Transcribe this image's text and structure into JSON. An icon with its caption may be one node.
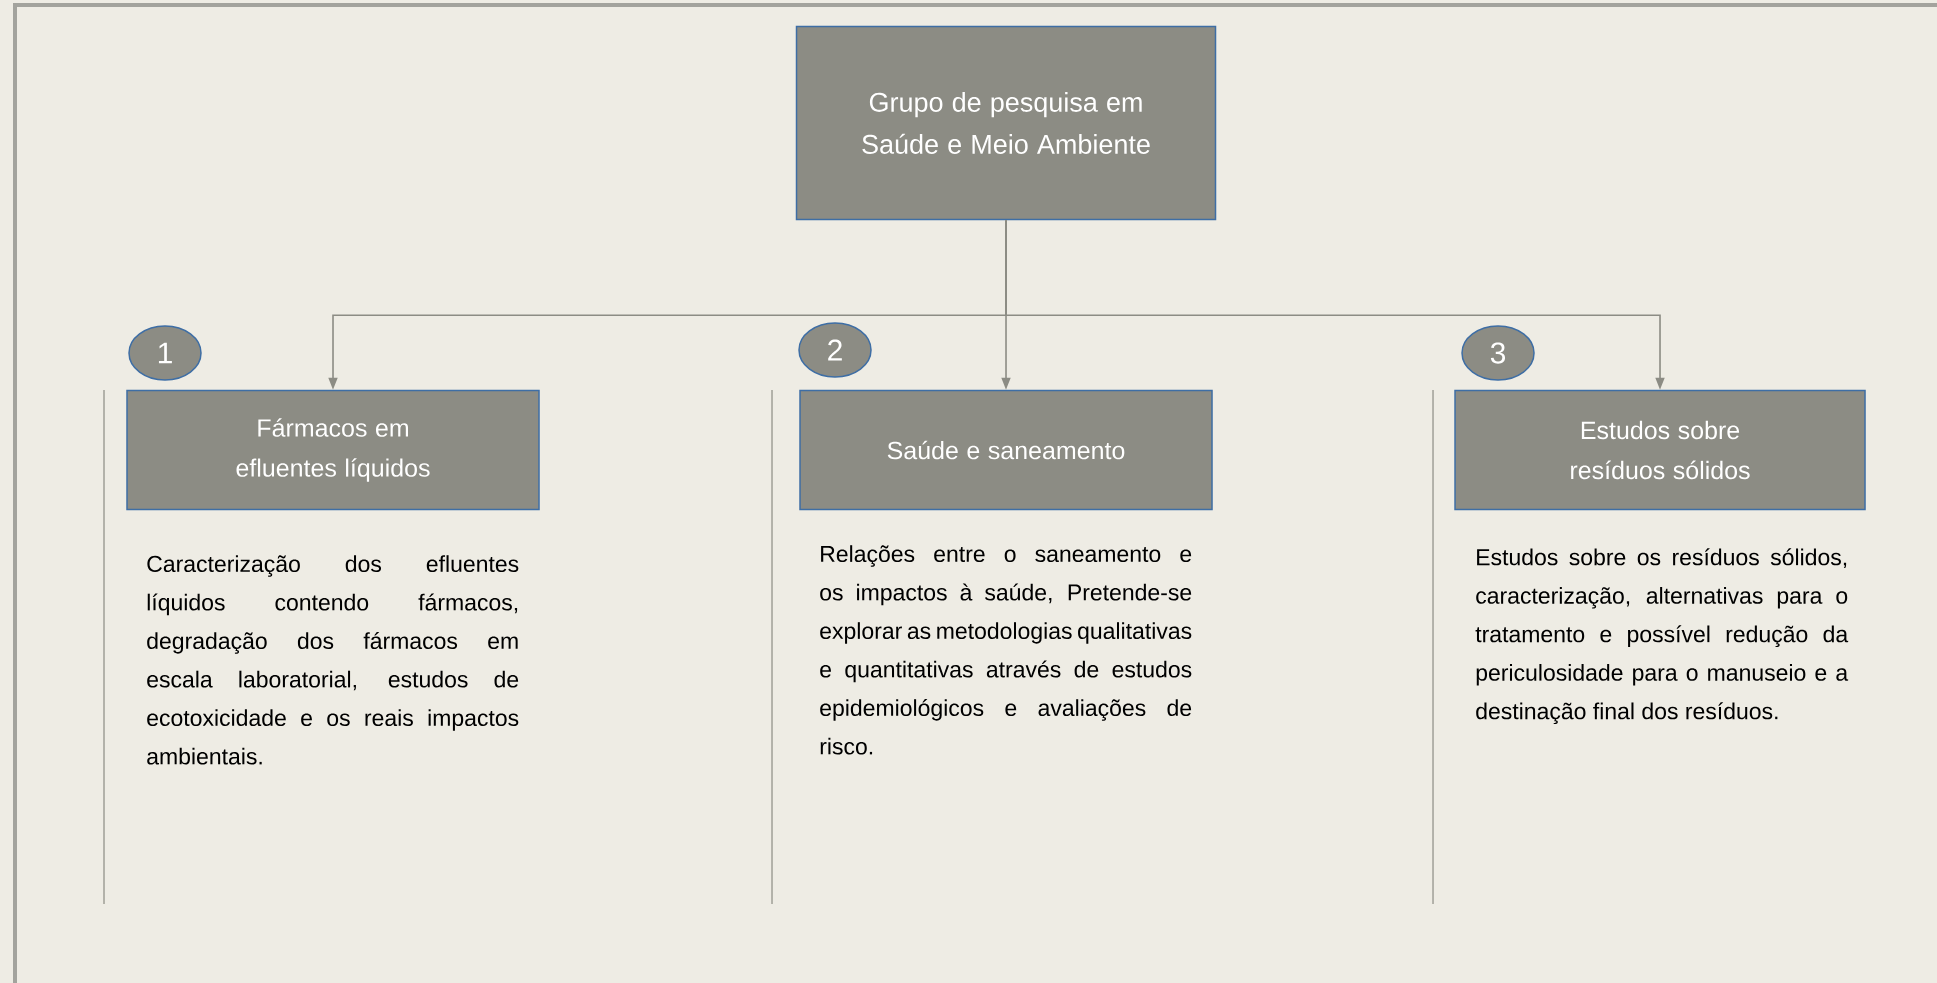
{
  "diagram": {
    "nodes": [
      {
        "text": [
          "Grupo de pesquisa em Saúde e Meio Ambiente"
        ]
      },
      {
        "text": [
          "Fármacos em efluentes líquidos"
        ],
        "beside": [
          "Caracterização dos efluentes líquidos contendo fármacos, degradação dos fármacos em escala laboratorial, estudos de ecotoxicidade e os reais impactos ambientais."
        ]
      },
      {
        "text": [
          "Saúde e saneamento"
        ],
        "beside": [
          "Relações entre o saneamento e os impactos à saúde, Pretende-se explorar as metodologias qualitativas e quantitativas através de estudos epidemiológicos e avaliações de risco."
        ]
      },
      {
        "text": [
          "Estudos sobre resíduos sólidos"
        ],
        "beside": [
          "Estudos sobre os resíduos sólidos, caracterização, alternativas para o tratamento e possível redução da periculosidade para o manuseio e a destinação final dos resíduos."
        ]
      },
      {
        "text": [
          "1"
        ]
      },
      {
        "text": [
          "2"
        ]
      },
      {
        "text": [
          "3"
        ]
      }
    ],
    "edges": [
      {
        "from": 0,
        "to": 1,
        "arrow": "to"
      },
      {
        "from": 0,
        "to": 2,
        "arrow": "to"
      },
      {
        "from": 0,
        "to": 3,
        "arrow": "to"
      }
    ]
  }
}
